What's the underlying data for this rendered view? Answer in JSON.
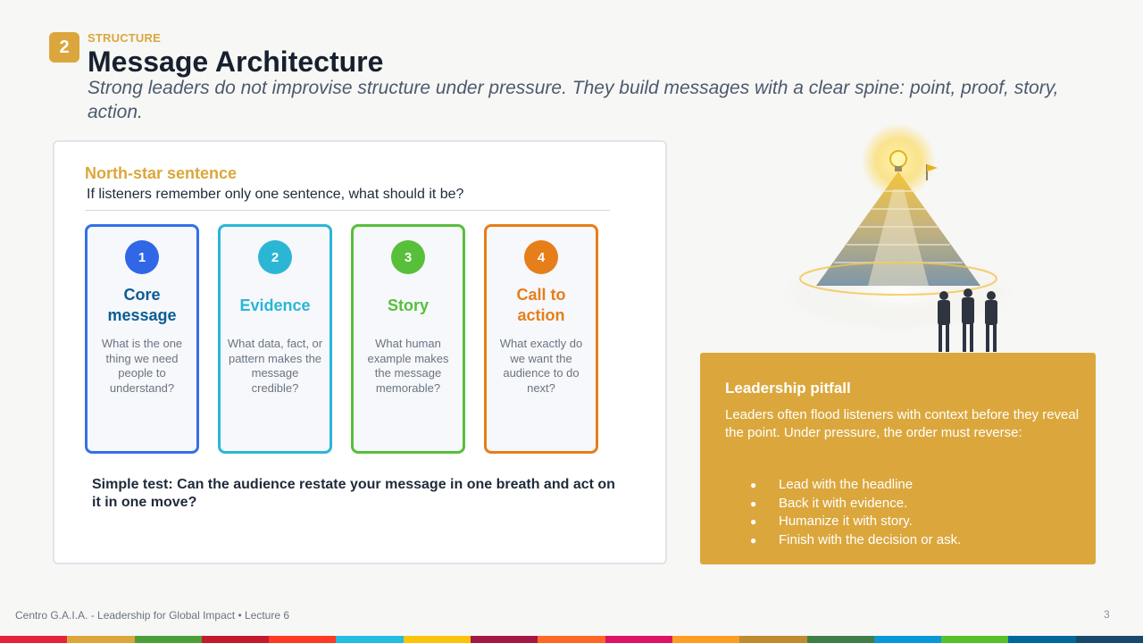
{
  "header": {
    "section_number": "2",
    "eyebrow": "STRUCTURE",
    "title": "Message Architecture",
    "subtitle": "Strong leaders do not improvise structure under pressure. They build messages with a clear spine: point, proof, story, action."
  },
  "north_star": {
    "title": "North-star sentence",
    "question": "If listeners remember only one sentence, what should it be?"
  },
  "steps": [
    {
      "num": "1",
      "name": "Core message",
      "desc": "What is the one thing we need people to understand?"
    },
    {
      "num": "2",
      "name": "Evidence",
      "desc": "What data, fact, or pattern makes the message credible?"
    },
    {
      "num": "3",
      "name": "Story",
      "desc": "What human example makes the message memorable?"
    },
    {
      "num": "4",
      "name": "Call to action",
      "desc": "What exactly do we want the audience to do next?"
    }
  ],
  "simple_test": "Simple test: Can the audience restate your message in one breath and act on it in one move?",
  "pitfall": {
    "title": "Leadership pitfall",
    "body": "Leaders often flood listeners with context before they reveal the point. Under pressure, the order must reverse:",
    "items": [
      "Lead with the headline",
      "Back it with evidence.",
      "Humanize it with story.",
      "Finish with the decision or ask."
    ]
  },
  "footer": {
    "text": "Centro G.A.I.A. - Leadership for Global Impact • Lecture 6",
    "page": "3"
  },
  "colors": {
    "accent": "#dba73c",
    "step1": "#2f67e6",
    "step2": "#2bb6d6",
    "step3": "#58bf3a",
    "step4": "#e67e1a"
  },
  "stripe_colors": [
    "#e5243b",
    "#dda63a",
    "#4c9f38",
    "#c5192d",
    "#ff3a21",
    "#26bde2",
    "#fcc30b",
    "#a21942",
    "#fd6925",
    "#dd1367",
    "#fd9d24",
    "#bf8b2e",
    "#3f7e44",
    "#0a97d9",
    "#56c02b",
    "#00689d",
    "#19486a"
  ]
}
